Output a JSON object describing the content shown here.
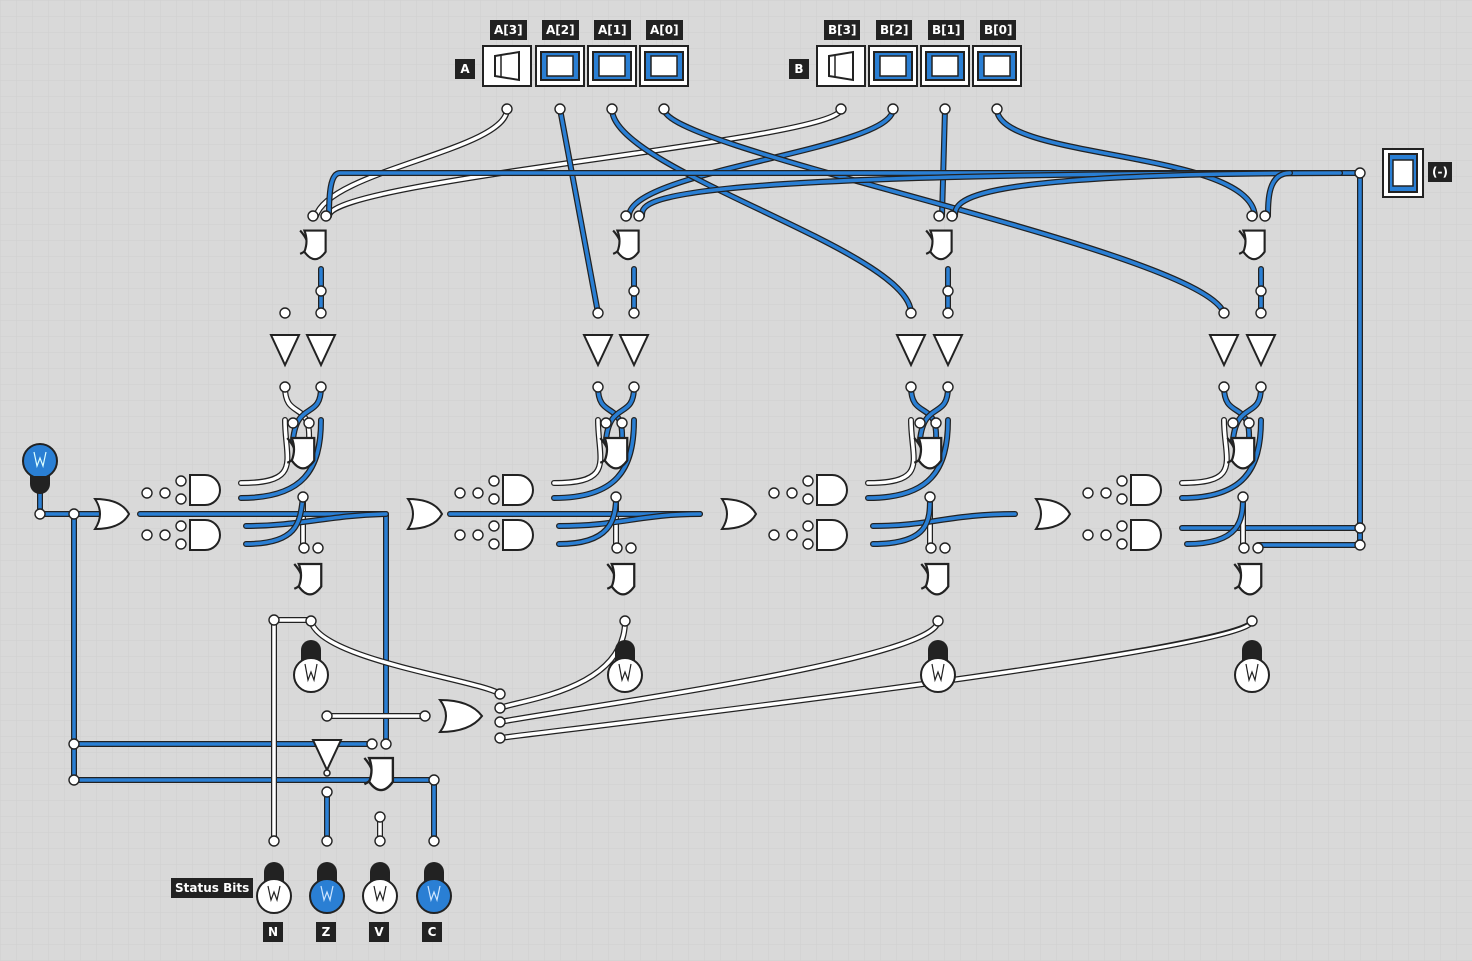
{
  "inputs": {
    "a_group": "A",
    "a_bits": [
      "A[3]",
      "A[2]",
      "A[1]",
      "A[0]"
    ],
    "b_group": "B",
    "b_bits": [
      "B[3]",
      "B[2]",
      "B[1]",
      "B[0]"
    ],
    "a_switch_states": [
      "off",
      "on",
      "on",
      "on"
    ],
    "b_switch_states": [
      "off",
      "on",
      "on",
      "on"
    ]
  },
  "subtract_switch": {
    "label": "(-)",
    "state": "on"
  },
  "status": {
    "title": "Status Bits",
    "flags": [
      "N",
      "Z",
      "V",
      "C"
    ],
    "flag_states": [
      "off",
      "on",
      "off",
      "on"
    ]
  },
  "carry_in_lamp": {
    "state": "on"
  },
  "result_lamps": {
    "states": [
      "off",
      "off",
      "off",
      "off"
    ]
  },
  "colors": {
    "wire_on": "#2a7fd4",
    "wire_off": "#ffffff",
    "outline": "#222222",
    "background": "#d9d9d9"
  }
}
